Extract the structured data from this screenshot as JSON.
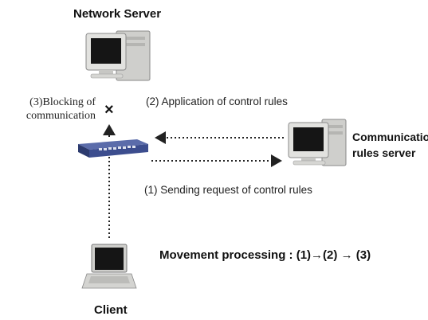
{
  "nodes": {
    "network_server": {
      "label": "Network Server",
      "icon": "desktop-computer-icon"
    },
    "rules_server": {
      "label_line1": "Communication",
      "label_line2": "rules server",
      "icon": "desktop-computer-icon"
    },
    "router": {
      "icon": "network-router-icon"
    },
    "client": {
      "label": "Client",
      "icon": "laptop-icon"
    }
  },
  "steps": {
    "blocking": {
      "line1": "(3)Blocking of",
      "line2": "communication",
      "marker": "×"
    },
    "application": "(2) Application of control rules",
    "sending": "(1) Sending request of control rules"
  },
  "movement": {
    "label": "Movement processing : ",
    "s1": "(1)",
    "s2": "(2)",
    "s3": "(3)",
    "arrow": "→"
  },
  "colors": {
    "monitor_body": "#d9d9d6",
    "screen": "#1a1a1a",
    "router": "#3c4d8e",
    "line": "#222222"
  }
}
